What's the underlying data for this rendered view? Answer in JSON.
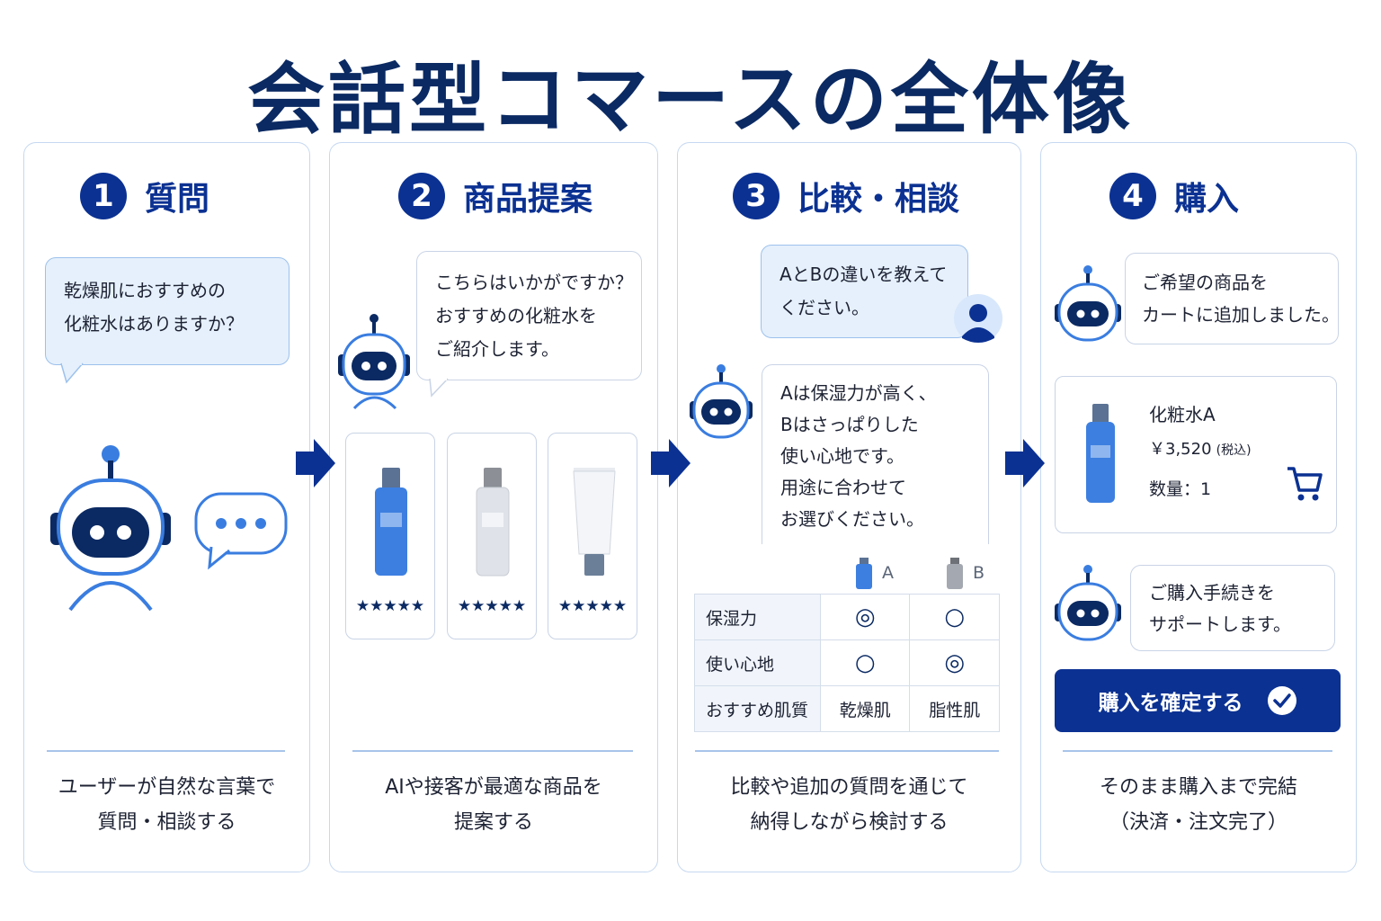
{
  "title": "会話型コマースの全体像",
  "colors": {
    "navy": "#0b3192",
    "accent_blue": "#3a7de0",
    "light_blue": "#e5f0fc"
  },
  "steps": [
    {
      "number": "1",
      "label": "質問",
      "bubble_lines": [
        "乾燥肌におすすめの",
        "化粧水はありますか？"
      ],
      "caption_lines": [
        "ユーザーが自然な言葉で",
        "質問・相談する"
      ],
      "icons": [
        "robot-icon",
        "typing-dots-icon"
      ]
    },
    {
      "number": "2",
      "label": "商品提案",
      "bubble_lines": [
        "こちらはいかがですか？",
        "おすすめの化粧水を",
        "ご紹介します。"
      ],
      "products": [
        {
          "icon": "blue-bottle-icon",
          "stars": "★★★★★"
        },
        {
          "icon": "white-bottle-icon",
          "stars": "★★★★★"
        },
        {
          "icon": "tube-icon",
          "stars": "★★★★★"
        }
      ],
      "caption_lines": [
        "AIや接客が最適な商品を",
        "提案する"
      ]
    },
    {
      "number": "3",
      "label": "比較・相談",
      "user_bubble_lines": [
        "AとBの違いを教えて",
        "ください。"
      ],
      "bot_bubble_lines": [
        "Aは保湿力が高く、",
        "Bはさっぱりした",
        "使い心地です。",
        "用途に合わせて",
        "お選びください。"
      ],
      "compare": {
        "col_a": "A",
        "col_b": "B",
        "rows": [
          {
            "label": "保湿力",
            "a": "◎",
            "b": "○"
          },
          {
            "label": "使い心地",
            "a": "○",
            "b": "◎"
          },
          {
            "label": "おすすめ肌質",
            "a": "乾燥肌",
            "b": "脂性肌"
          }
        ]
      },
      "caption_lines": [
        "比較や追加の質問を通じて",
        "納得しながら検討する"
      ]
    },
    {
      "number": "4",
      "label": "購入",
      "bubble1_lines": [
        "ご希望の商品を",
        "カートに追加しました。"
      ],
      "product": {
        "name": "化粧水A",
        "price": "￥3,520",
        "tax": "(税込)",
        "qty": "数量：1"
      },
      "bubble2_lines": [
        "ご購入手続きを",
        "サポートします。"
      ],
      "button": "購入を確定する",
      "caption_lines": [
        "そのまま購入まで完結",
        "（決済・注文完了）"
      ]
    }
  ]
}
